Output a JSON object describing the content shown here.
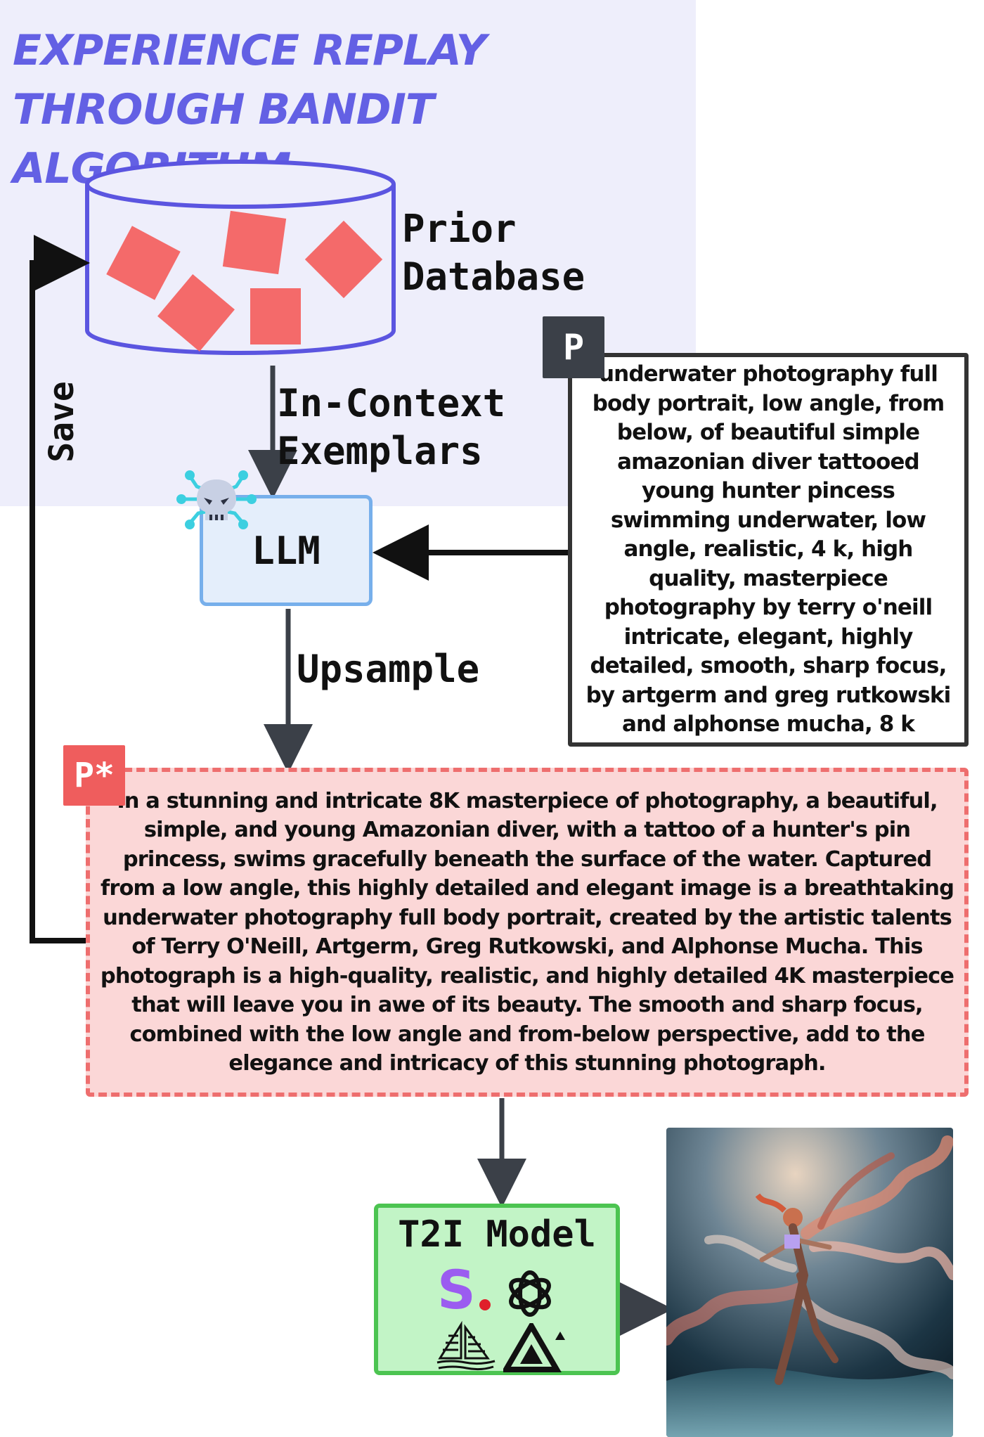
{
  "title": "Experience Replay Through Bandit Algorithm",
  "nodes": {
    "database_label": "Prior Database",
    "llm_label": "LLM",
    "t2i_label": "T2I Model",
    "prompt_badge": "P",
    "upsampled_badge": "P*"
  },
  "edges": {
    "in_context_label": "In-Context Exemplars",
    "upsample_label": "Upsample",
    "save_label": "Save"
  },
  "prompt_text": "underwater photography full body portrait, low angle, from below, of beautiful simple amazonian diver tattooed young hunter pincess swimming underwater, low angle, realistic, 4 k, high quality, masterpiece photography by terry o'neill intricate, elegant, highly detailed, smooth, sharp focus, by artgerm and greg rutkowski and alphonse mucha, 8 k",
  "upsampled_text": "In a stunning and intricate 8K masterpiece of photography, a beautiful, simple, and young Amazonian diver, with a tattoo of a hunter's pin princess, swims gracefully beneath the surface of the water. Captured from a low angle, this highly detailed and elegant image is a breathtaking underwater photography full body portrait, created by the artistic talents of Terry O'Neill, Artgerm, Greg Rutkowski, and Alphonse Mucha. This photograph is a high-quality, realistic, and highly detailed 4K masterpiece that will leave you in awe of its beauty. The smooth and sharp focus, combined with the low angle and from-below perspective, add to the elegance and intricacy of this stunning photograph.",
  "t2i_logos": [
    "stability-ai-logo",
    "openai-logo",
    "midjourney-logo",
    "ideogram-logo"
  ],
  "stability_letter": "S",
  "colors": {
    "title": "#6360e4",
    "database_outline": "#5b55e0",
    "database_items": "#f46a6a",
    "llm_fill": "#e4eefb",
    "llm_border": "#77afeb",
    "upsampled_fill": "#fbd7d7",
    "upsampled_border": "#ee6e6e",
    "t2i_fill": "#c2f4c6",
    "t2i_border": "#4cc451",
    "hacker_icon": "#3ccfe0"
  }
}
